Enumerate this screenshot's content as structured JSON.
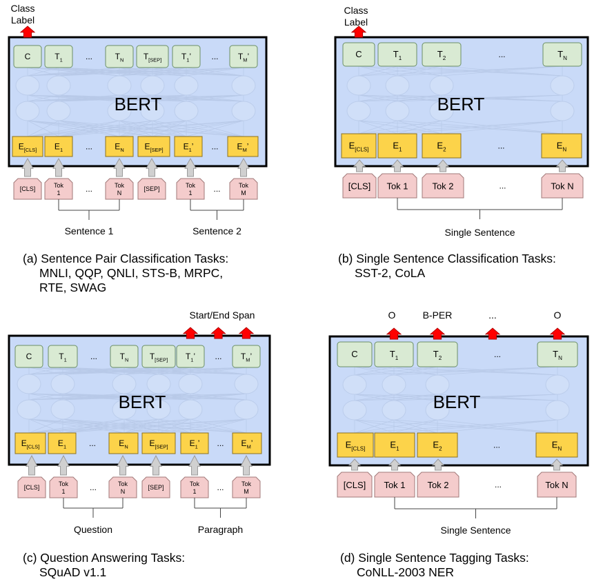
{
  "panels": [
    {
      "id": "a",
      "model": "BERT",
      "top_label": [
        "Class",
        "Label"
      ],
      "outputs": [
        {
          "main": "C",
          "sub": ""
        },
        {
          "main": "T",
          "sub": "1"
        },
        {
          "main": "...",
          "sub": ""
        },
        {
          "main": "T",
          "sub": "N"
        },
        {
          "main": "T",
          "sub": "[SEP]"
        },
        {
          "main": "T",
          "sub": "1",
          "prime": "’"
        },
        {
          "main": "...",
          "sub": ""
        },
        {
          "main": "T",
          "sub": "M",
          "prime": "’"
        }
      ],
      "embeddings": [
        {
          "main": "E",
          "sub": "[CLS]"
        },
        {
          "main": "E",
          "sub": "1"
        },
        {
          "main": "...",
          "sub": ""
        },
        {
          "main": "E",
          "sub": "N"
        },
        {
          "main": "E",
          "sub": "[SEP]"
        },
        {
          "main": "E",
          "sub": "1",
          "prime": "’"
        },
        {
          "main": "...",
          "sub": ""
        },
        {
          "main": "E",
          "sub": "M",
          "prime": "’"
        }
      ],
      "tokens": [
        {
          "line1": "[CLS]",
          "line2": ""
        },
        {
          "line1": "Tok",
          "line2": "1"
        },
        {
          "line1": "...",
          "line2": ""
        },
        {
          "line1": "Tok",
          "line2": "N"
        },
        {
          "line1": "[SEP]",
          "line2": ""
        },
        {
          "line1": "Tok",
          "line2": "1"
        },
        {
          "line1": "...",
          "line2": ""
        },
        {
          "line1": "Tok",
          "line2": "M"
        }
      ],
      "groups": [
        "Sentence 1",
        "Sentence 2"
      ],
      "caption": [
        "(a) Sentence Pair Classification Tasks:",
        "MNLI, QQP, QNLI, STS-B, MRPC,",
        "RTE, SWAG"
      ]
    },
    {
      "id": "b",
      "model": "BERT",
      "top_label": [
        "Class",
        "Label"
      ],
      "outputs": [
        {
          "main": "C",
          "sub": ""
        },
        {
          "main": "T",
          "sub": "1"
        },
        {
          "main": "T",
          "sub": "2"
        },
        {
          "main": "...",
          "sub": ""
        },
        {
          "main": "T",
          "sub": "N"
        }
      ],
      "embeddings": [
        {
          "main": "E",
          "sub": "[CLS]"
        },
        {
          "main": "E",
          "sub": "1"
        },
        {
          "main": "E",
          "sub": "2"
        },
        {
          "main": "...",
          "sub": ""
        },
        {
          "main": "E",
          "sub": "N"
        }
      ],
      "tokens": [
        {
          "line1": "[CLS]",
          "line2": ""
        },
        {
          "line1": "Tok 1",
          "line2": ""
        },
        {
          "line1": "Tok 2",
          "line2": ""
        },
        {
          "line1": "...",
          "line2": ""
        },
        {
          "line1": "Tok N",
          "line2": ""
        }
      ],
      "groups": [
        "Single Sentence"
      ],
      "caption": [
        "(b) Single Sentence Classification Tasks:",
        "SST-2, CoLA"
      ]
    },
    {
      "id": "c",
      "model": "BERT",
      "top_label": [
        "Start/End Span"
      ],
      "outputs": [
        {
          "main": "C",
          "sub": ""
        },
        {
          "main": "T",
          "sub": "1"
        },
        {
          "main": "...",
          "sub": ""
        },
        {
          "main": "T",
          "sub": "N"
        },
        {
          "main": "T",
          "sub": "[SEP]"
        },
        {
          "main": "T",
          "sub": "1",
          "prime": "’"
        },
        {
          "main": "...",
          "sub": ""
        },
        {
          "main": "T",
          "sub": "M",
          "prime": "’"
        }
      ],
      "embeddings": [
        {
          "main": "E",
          "sub": "[CLS]"
        },
        {
          "main": "E",
          "sub": "1"
        },
        {
          "main": "...",
          "sub": ""
        },
        {
          "main": "E",
          "sub": "N"
        },
        {
          "main": "E",
          "sub": "[SEP]"
        },
        {
          "main": "E",
          "sub": "1",
          "prime": "’"
        },
        {
          "main": "...",
          "sub": ""
        },
        {
          "main": "E",
          "sub": "M",
          "prime": "’"
        }
      ],
      "tokens": [
        {
          "line1": "[CLS]",
          "line2": ""
        },
        {
          "line1": "Tok",
          "line2": "1"
        },
        {
          "line1": "...",
          "line2": ""
        },
        {
          "line1": "Tok",
          "line2": "N"
        },
        {
          "line1": "[SEP]",
          "line2": ""
        },
        {
          "line1": "Tok",
          "line2": "1"
        },
        {
          "line1": "...",
          "line2": ""
        },
        {
          "line1": "Tok",
          "line2": "M"
        }
      ],
      "groups": [
        "Question",
        "Paragraph"
      ],
      "caption": [
        "(c) Question Answering Tasks:",
        "SQuAD v1.1"
      ]
    },
    {
      "id": "d",
      "model": "BERT",
      "top_label": [],
      "output_tags": [
        "O",
        "B-PER",
        "...",
        "O"
      ],
      "outputs": [
        {
          "main": "C",
          "sub": ""
        },
        {
          "main": "T",
          "sub": "1"
        },
        {
          "main": "T",
          "sub": "2"
        },
        {
          "main": "...",
          "sub": ""
        },
        {
          "main": "T",
          "sub": "N"
        }
      ],
      "embeddings": [
        {
          "main": "E",
          "sub": "[CLS]"
        },
        {
          "main": "E",
          "sub": "1"
        },
        {
          "main": "E",
          "sub": "2"
        },
        {
          "main": "...",
          "sub": ""
        },
        {
          "main": "E",
          "sub": "N"
        }
      ],
      "tokens": [
        {
          "line1": "[CLS]",
          "line2": ""
        },
        {
          "line1": "Tok 1",
          "line2": ""
        },
        {
          "line1": "Tok 2",
          "line2": ""
        },
        {
          "line1": "...",
          "line2": ""
        },
        {
          "line1": "Tok N",
          "line2": ""
        }
      ],
      "groups": [
        "Single Sentence"
      ],
      "caption": [
        "(d) Single Sentence Tagging Tasks:",
        "CoNLL-2003 NER"
      ]
    }
  ],
  "colors": {
    "frame_bg": "#c9daf8",
    "frame_border": "#000000",
    "output_fill": "#d9ead3",
    "output_stroke": "#6b8f66",
    "embed_fill": "#fcd34a",
    "embed_stroke": "#8a7020",
    "token_fill": "#f4cccc",
    "token_stroke": "#a07878",
    "arrow_gray": "#d0d0d0",
    "arrow_red": "#ff0000",
    "line": "#444444"
  }
}
